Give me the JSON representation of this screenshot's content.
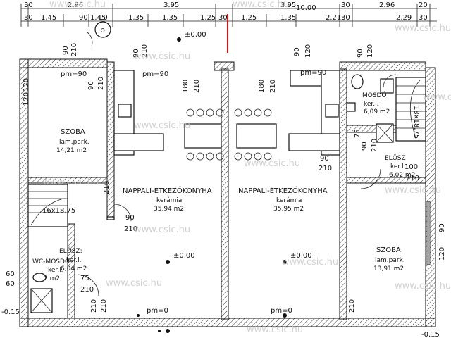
{
  "dimensions": {
    "top_row_1": [
      "2.96",
      "3.95",
      "3.95",
      "10.00",
      "2.96"
    ],
    "top_row_2": [
      "1.45",
      "90",
      "1.45",
      "1.35",
      "1.35",
      "1.25",
      "1.25",
      "1.35",
      "2.21",
      "2.29"
    ],
    "top_row_3": [
      "30",
      "30",
      "10",
      "30",
      "30",
      "30",
      "20",
      "30"
    ],
    "openings": [
      "90",
      "210",
      "90",
      "210",
      "180",
      "210",
      "180",
      "210",
      "90",
      "120",
      "90",
      "120",
      "90",
      "210",
      "210",
      "90",
      "210",
      "90",
      "210",
      "90",
      "210",
      "100",
      "210",
      "90",
      "120",
      "75",
      "75",
      "60",
      "60",
      "210",
      "210",
      "210",
      "210",
      "120",
      "120",
      "18x18,75",
      "16x18,75"
    ],
    "levels": [
      "±0,00",
      "±0,00",
      "±0,00",
      "-0.15",
      "-0.15"
    ],
    "parapets": [
      "pm=90",
      "pm=90",
      "pm=90",
      "pm=0",
      "pm=0"
    ]
  },
  "rooms": [
    {
      "name": "SZOBA",
      "finish": "lam.park.",
      "area": "14,21 m2"
    },
    {
      "name": "NAPPALI-ÉTKEZŐKONYHA",
      "finish": "kerámia",
      "area": "35,94 m2"
    },
    {
      "name": "NAPPALI-ÉTKEZŐKONYHA",
      "finish": "kerámia",
      "area": "35,95 m2"
    },
    {
      "name": "MOSDÓ",
      "finish": "ker.l.",
      "area": "6,09 m2"
    },
    {
      "name": "ELŐSZ",
      "finish": "ker.l.",
      "area": "6,02 m2"
    },
    {
      "name": "SZOBA",
      "finish": "lam.park.",
      "area": "13,91 m2"
    },
    {
      "name": "ELŐSZ:",
      "finish": "ker.l.",
      "area": "6,04 m2"
    },
    {
      "name": "WC-MOSDÓ",
      "finish": "ker.l.",
      "area": "2 m2"
    }
  ],
  "stairs": [
    "18x18,75",
    "16x18,75"
  ],
  "marker": "b",
  "watermark": "www.csic.hu"
}
